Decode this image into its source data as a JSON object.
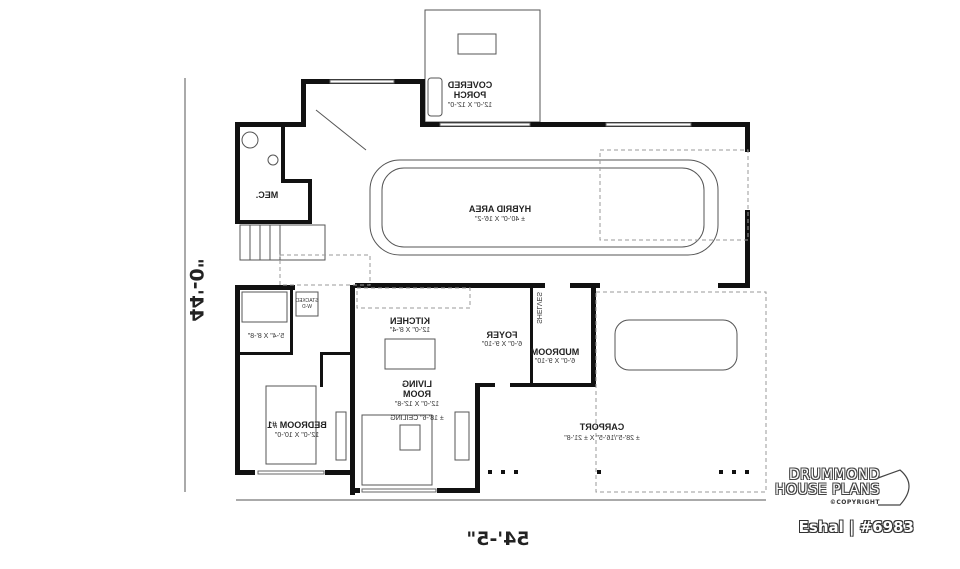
{
  "dimensions": {
    "depth": "44'-0\"",
    "width": "54'-5\""
  },
  "rooms": {
    "porch": {
      "name1": "COVERED",
      "name2": "PORCH",
      "dims": "12'-0\" X 12'-0\""
    },
    "hybrid": {
      "name": "HYBRID AREA",
      "dims": "± 40'-0\" X 16'-2\""
    },
    "mec": {
      "name": "MEC."
    },
    "kitchen": {
      "name": "KITCHEN",
      "dims": "12'-0\" X 8'-4\""
    },
    "living": {
      "name1": "LIVING",
      "name2": "ROOM",
      "dims": "12'-0\" X 12'-8\"",
      "ceiling": "± 18'-6\" CEILING"
    },
    "foyer": {
      "name": "FOYER",
      "dims": "6'-0\" X 9'-10\""
    },
    "mudroom": {
      "name": "MUDROOM",
      "dims": "6'-0\" X 9'-10\""
    },
    "shelves": {
      "name": "SHELVES"
    },
    "bath": {
      "dims": "5'-4\" X 8'-8\""
    },
    "laundry": {
      "name1": "STACKED",
      "name2": "W-D"
    },
    "bedroom": {
      "name": "BEDROOM #1",
      "dims": "12'-0\" X 10'-0\""
    },
    "carport": {
      "name": "CARPORT",
      "dims": "± 28'-5\"/16'-5\" X ± 21'-8\""
    }
  },
  "branding": {
    "line1": "DRUMMOND",
    "line2": "HOUSE PLANS",
    "copyright": "©COPYRIGHT",
    "plan": "Eshal | #6983"
  }
}
